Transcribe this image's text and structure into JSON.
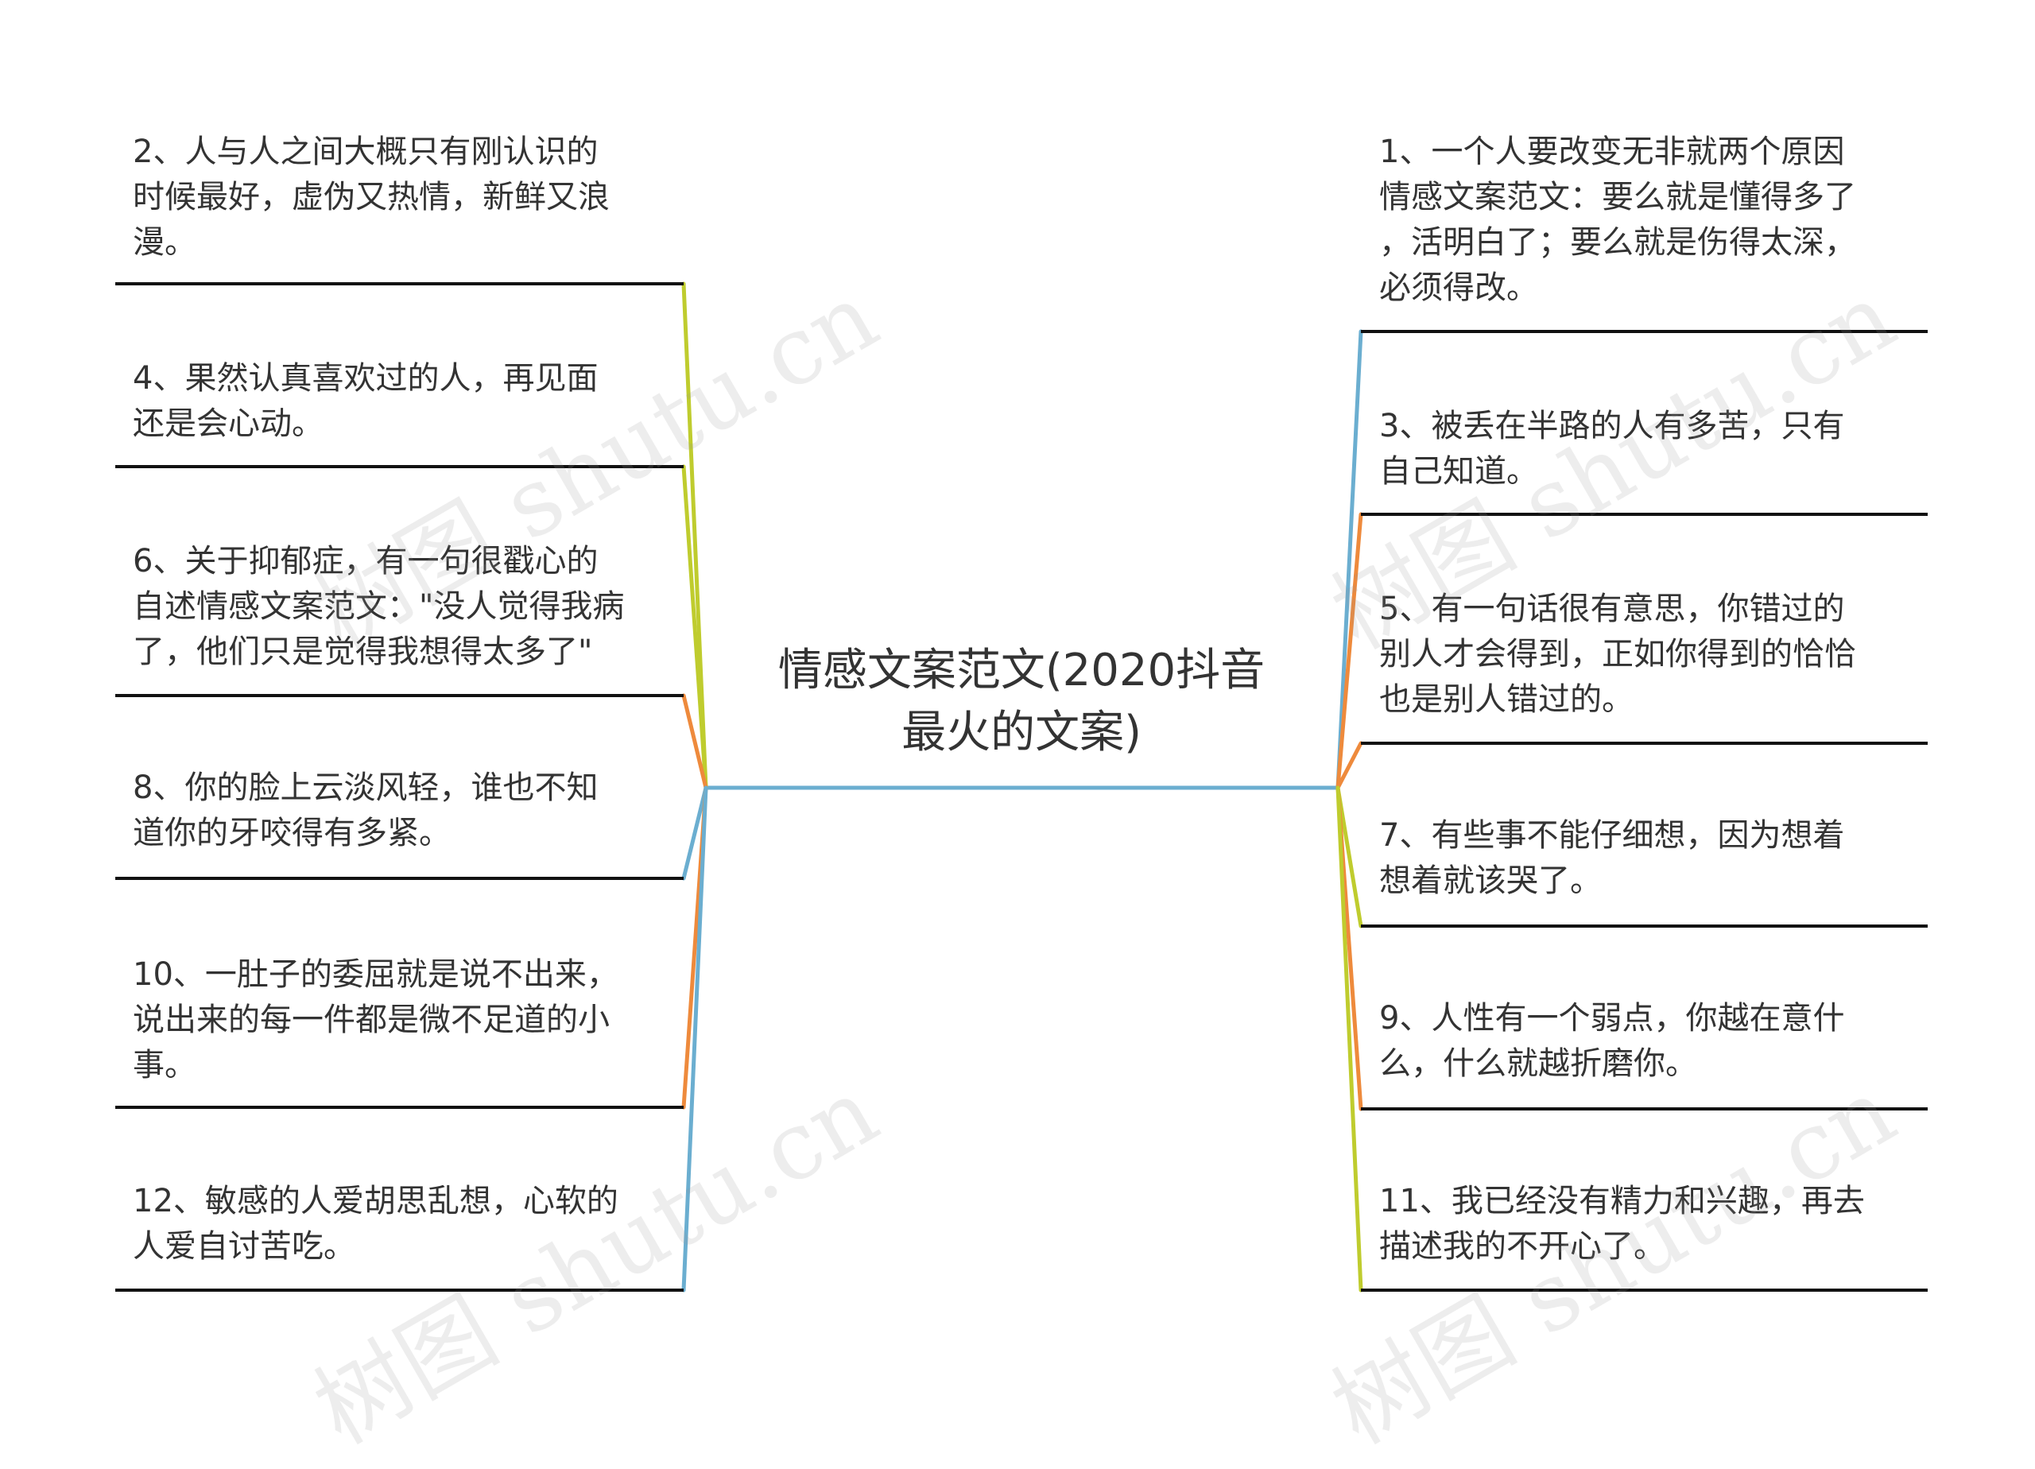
{
  "center": {
    "title": "情感文案范文(2020抖音\n最火的文案)"
  },
  "left_nodes": [
    {
      "text": "2、人与人之间大概只有刚认识的\n时候最好，虚伪又热情，新鲜又浪\n漫。",
      "color": "#BFCC2E"
    },
    {
      "text": "4、果然认真喜欢过的人，再见面\n还是会心动。",
      "color": "#BFCC2E"
    },
    {
      "text": "6、关于抑郁症，有一句很戳心的\n自述情感文案范文：\"没人觉得我病\n了，他们只是觉得我想得太多了\"",
      "color": "#EE8A3C"
    },
    {
      "text": "8、你的脸上云淡风轻，谁也不知\n道你的牙咬得有多紧。",
      "color": "#6BAED0"
    },
    {
      "text": "10、一肚子的委屈就是说不出来，\n说出来的每一件都是微不足道的小\n事。",
      "color": "#EE8A3C"
    },
    {
      "text": "12、敏感的人爱胡思乱想，心软的\n人爱自讨苦吃。",
      "color": "#6BAED0"
    }
  ],
  "right_nodes": [
    {
      "text": "1、一个人要改变无非就两个原因\n情感文案范文：要么就是懂得多了\n，活明白了；要么就是伤得太深，\n必须得改。",
      "color": "#6BAED0"
    },
    {
      "text": "3、被丢在半路的人有多苦，只有\n自己知道。",
      "color": "#EE8A3C"
    },
    {
      "text": "5、有一句话很有意思，你错过的\n别人才会得到，正如你得到的恰恰\n也是别人错过的。",
      "color": "#EE8A3C"
    },
    {
      "text": "7、有些事不能仔细想，因为想着\n想着就该哭了。",
      "color": "#BFCC2E"
    },
    {
      "text": "9、人性有一个弱点，你越在意什\n么，什么就越折磨你。",
      "color": "#EE8A3C"
    },
    {
      "text": "11、我已经没有精力和兴趣，再去\n描述我的不开心了。",
      "color": "#BFCC2E"
    }
  ],
  "watermark": "树图 shutu.cn",
  "colors": {
    "trunk": "#6BAED0",
    "underline": "#111111",
    "text": "#333333"
  }
}
